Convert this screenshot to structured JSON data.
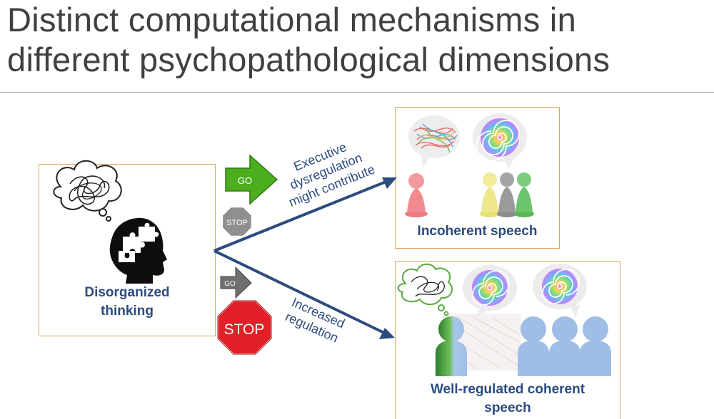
{
  "slide": {
    "title_line1": "Distinct computational mechanisms in",
    "title_line2": "different psychopathological dimensions"
  },
  "left_panel": {
    "caption_line1": "Disorganized",
    "caption_line2": "thinking"
  },
  "top_panel": {
    "caption": "Incoherent speech"
  },
  "bottom_panel": {
    "caption_line1": "Well-regulated coherent",
    "caption_line2": "speech"
  },
  "upper_arrow": {
    "label_line1": "Executive",
    "label_line2": "dysregulation",
    "label_line3": "might contribute"
  },
  "lower_arrow": {
    "label_line1": "Increased",
    "label_line2": "regulation"
  },
  "signs": {
    "go_large": "GO",
    "stop_small": "STOP",
    "go_small": "GO",
    "stop_large": "STOP"
  },
  "colors": {
    "caption_text": "#2c4b7f",
    "arrow": "#2c4b7f",
    "panel_border": "#e3a15a",
    "go_green": "#4cae1e",
    "go_gray": "#6f6f6f",
    "stop_red": "#e21f26",
    "stop_gray": "#8f8f8f"
  }
}
